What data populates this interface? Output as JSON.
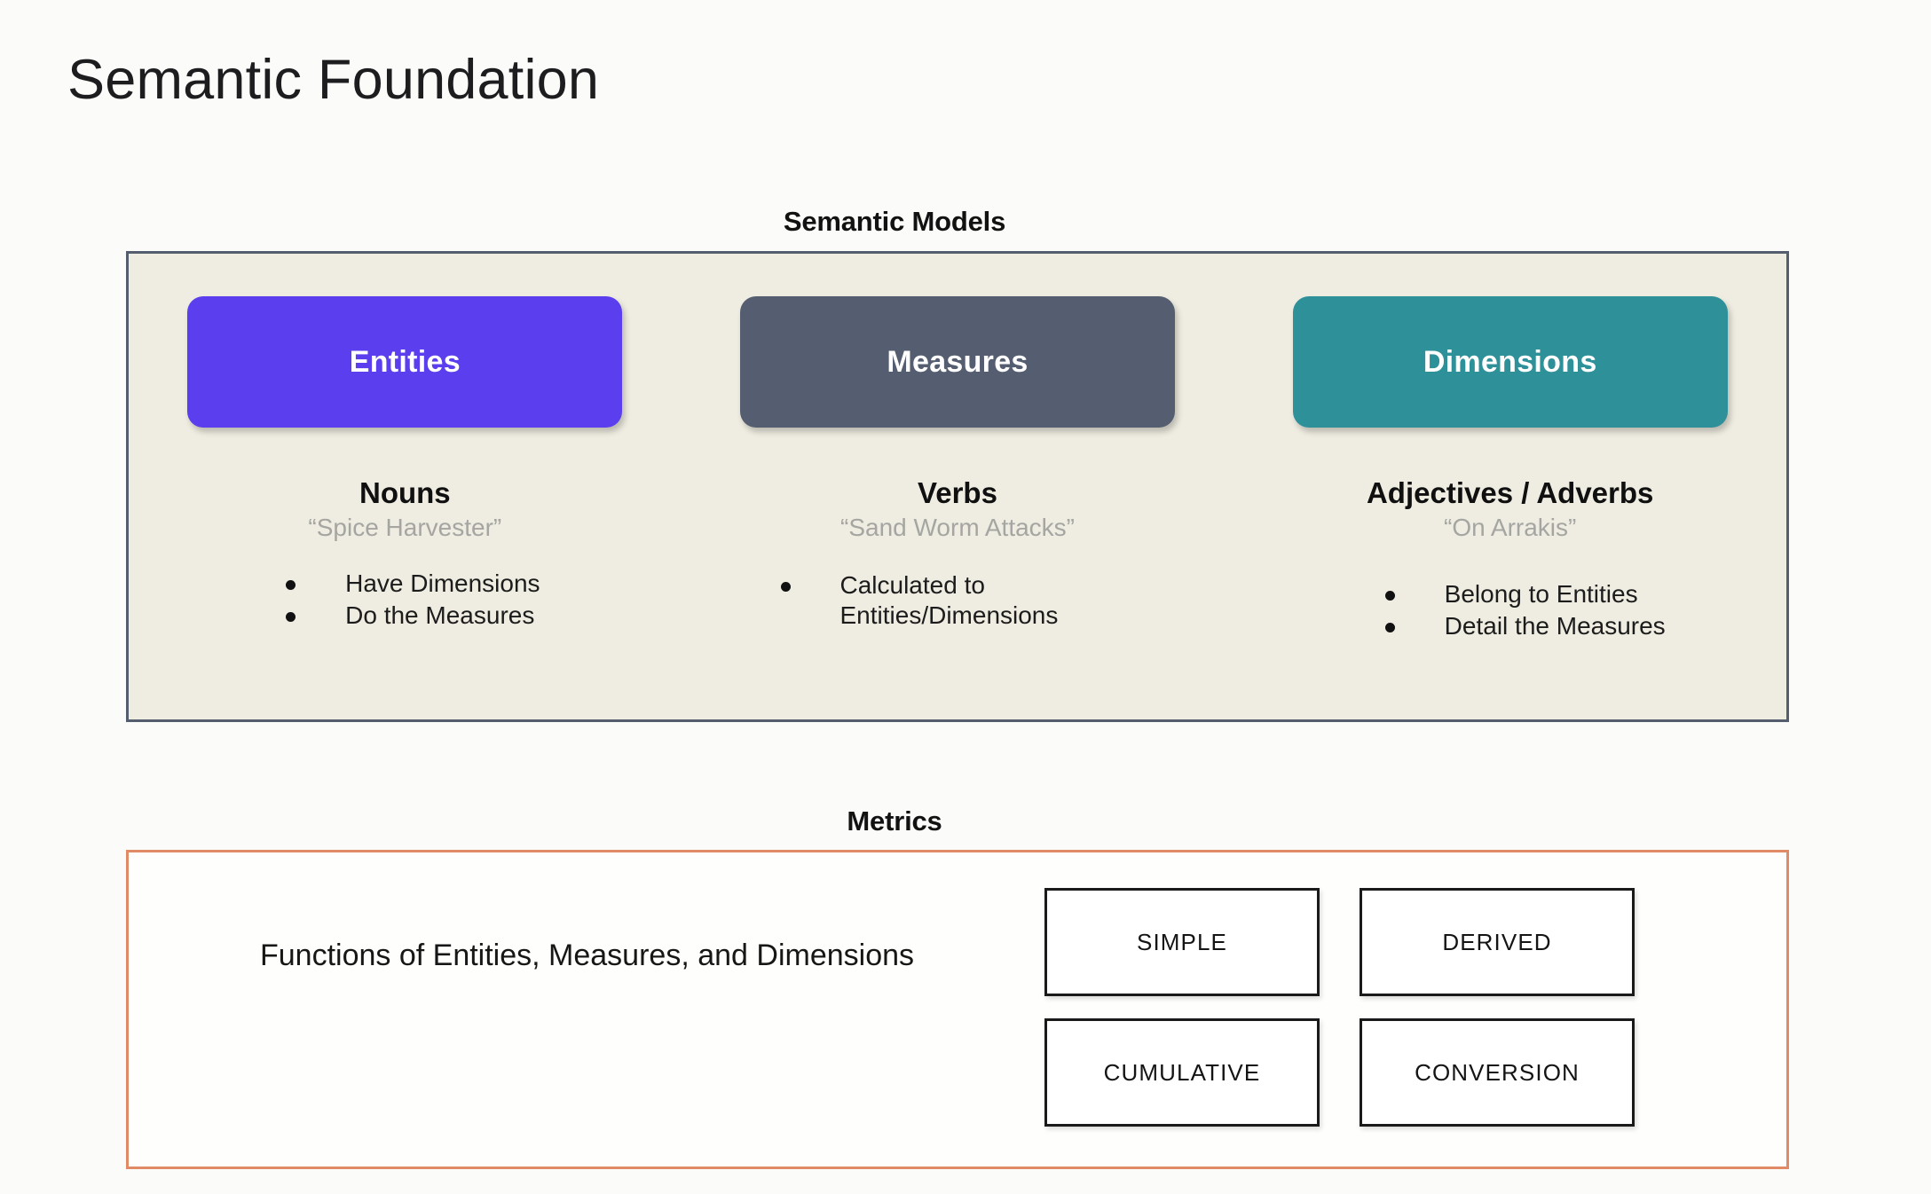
{
  "slide": {
    "title": "Semantic Foundation"
  },
  "semantic_models": {
    "caption": "Semantic Models",
    "columns": [
      {
        "chip_label": "Entities",
        "chip_color": "#5b3fee",
        "part_of_speech": "Nouns",
        "example": "“Spice Harvester”",
        "bullets": [
          "Have Dimensions",
          "Do the Measures"
        ]
      },
      {
        "chip_label": "Measures",
        "chip_color": "#555e70",
        "part_of_speech": "Verbs",
        "example": "“Sand Worm Attacks”",
        "bullets": [
          "Calculated to Entities/Dimensions"
        ]
      },
      {
        "chip_label": "Dimensions",
        "chip_color": "#2e9099",
        "part_of_speech": "Adjectives / Adverbs",
        "example": "“On Arrakis”",
        "bullets": [
          "Belong to Entities",
          "Detail the Measures"
        ]
      }
    ]
  },
  "metrics": {
    "caption": "Metrics",
    "description": "Functions of Entities, Measures, and Dimensions",
    "types": [
      "SIMPLE",
      "DERIVED",
      "CUMULATIVE",
      "CONVERSION"
    ],
    "border_color": "#e18a66"
  },
  "colors": {
    "page_background": "#fbfbf9",
    "panel_background": "#efede1",
    "panel_border": "#555e6e",
    "example_text": "#a5a5a2"
  }
}
